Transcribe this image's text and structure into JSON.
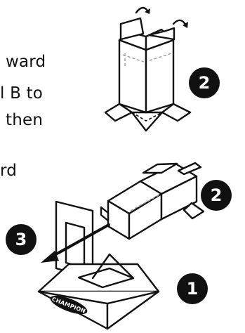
{
  "text_fragments": [
    "ward",
    "l B to",
    "then",
    "rd"
  ],
  "steps": {
    "top_box": "2",
    "middle_box": "2",
    "arrow": "3",
    "stand": "1"
  },
  "logo": {
    "label": "CHAMPION"
  },
  "icons": {
    "fold_arrows": "curved-arrow-icon",
    "insert_arrow": "arrow-icon"
  },
  "colors": {
    "ink": "#111111",
    "background": "#ffffff"
  }
}
